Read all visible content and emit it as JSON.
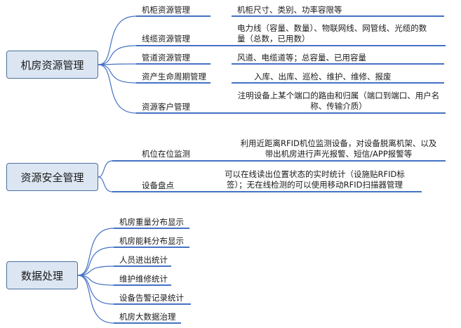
{
  "colors": {
    "accent": "#4472c4",
    "root_fill": "#dce6f2",
    "root_border": "#4a6f9c",
    "curve": "#4472c4"
  },
  "roots": [
    {
      "label": "机房资源管理",
      "children": [
        {
          "label": "机柜资源管理",
          "details": [
            "机柜尺寸、类别、功率容限等"
          ]
        },
        {
          "label": "线缆资源管理",
          "details": [
            "电力线（容量、数量）、物联网线、网管线、光缆的数",
            "量（总数，已用数）"
          ]
        },
        {
          "label": "管道资源管理",
          "details": [
            "风道、电缆道等；总容量、已用容量"
          ]
        },
        {
          "label": "资产生命周期管理",
          "details": [
            "入库、出库、巡检、维护、维修、报废"
          ]
        },
        {
          "label": "资源客户管理",
          "details": [
            "注明设备上某个端口的路由和归属（端口到端口、用户名",
            "称、传输介质）"
          ]
        }
      ]
    },
    {
      "label": "资源安全管理",
      "children": [
        {
          "label": "机位在位监测",
          "details": [
            "利用近距离RFID机位监测设备，对设备脱离机架、以及",
            "带出机房进行声光报警、短信/APP报警等"
          ]
        },
        {
          "label": "设备盘点",
          "details": [
            "可以在线读出位置状态的实时统计（设施贴RFID标",
            "签）；无在线检测的可以使用移动RFID扫描器管理"
          ]
        }
      ]
    },
    {
      "label": "数据处理",
      "children": [
        {
          "label": "机房重量分布显示"
        },
        {
          "label": "机房能耗分布显示"
        },
        {
          "label": "人员进出统计"
        },
        {
          "label": "维护维修统计"
        },
        {
          "label": "设备告警记录统计"
        },
        {
          "label": "机房大数据治理"
        }
      ]
    }
  ]
}
